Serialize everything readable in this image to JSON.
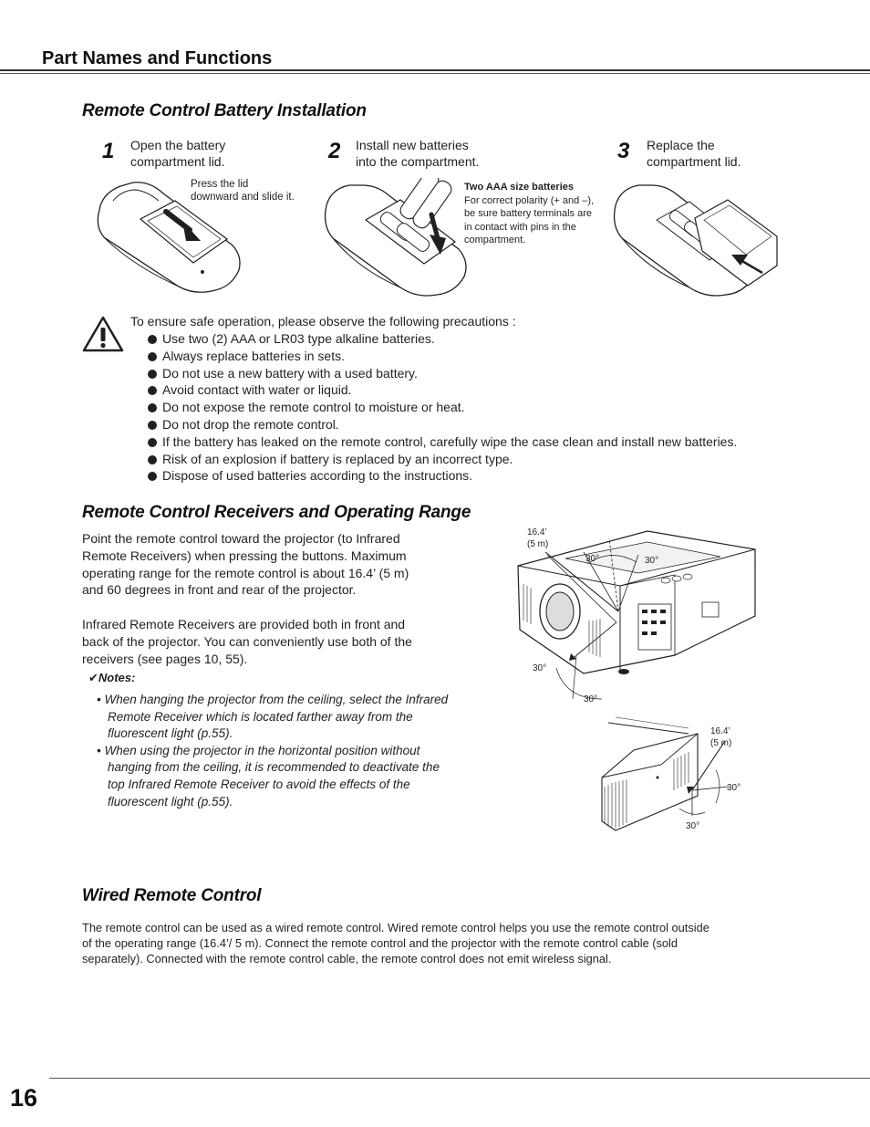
{
  "header": {
    "title": "Part Names and Functions"
  },
  "battery": {
    "heading": "Remote Control Battery Installation",
    "steps": [
      {
        "num": "1",
        "line1": "Open the battery",
        "line2": "compartment lid."
      },
      {
        "num": "2",
        "line1": "Install new batteries",
        "line2": "into the compartment."
      },
      {
        "num": "3",
        "line1": "Replace the",
        "line2": "compartment lid."
      }
    ],
    "step1_note": {
      "line1": "Press the lid",
      "line2": "downward and slide it."
    },
    "step2_note": {
      "title": "Two AAA size batteries",
      "line1": "For correct polarity (+ and –),",
      "line2": "be sure battery terminals are",
      "line3": "in contact with pins in the",
      "line4": "compartment."
    }
  },
  "precautions": {
    "intro": "To ensure safe operation, please observe the following precautions :",
    "items": [
      "Use two (2) AAA or LR03 type alkaline batteries.",
      "Always replace batteries in sets.",
      "Do not use a new battery with a used battery.",
      "Avoid contact with water or liquid.",
      "Do not expose the remote control to moisture or heat.",
      "Do not drop the remote control.",
      "If the battery has leaked on the remote control, carefully wipe the case clean and install new batteries.",
      "Risk of an explosion if battery is replaced by an incorrect type.",
      "Dispose of used batteries according to the instructions."
    ]
  },
  "receivers": {
    "heading": "Remote Control Receivers and Operating Range",
    "para1_lines": [
      "Point the remote control toward the projector (to Infrared",
      "Remote Receivers) when pressing the buttons. Maximum",
      "operating range for the remote control is about 16.4’ (5 m)",
      "and 60 degrees in front and rear of the projector."
    ],
    "para2_lines": [
      "Infrared Remote Receivers are provided both in front and",
      "back of the projector. You can conveniently use both of the",
      "receivers (see pages 10, 55)."
    ],
    "notes_title": "✔Notes:",
    "notes": [
      "• When hanging the projector from the ceiling, select the Infrared Remote Receiver which is located farther away from the fluorescent light (p.55).",
      "• When using the projector in the horizontal position without hanging from the ceiling, it is recommended to deactivate the top Infrared Remote Receiver to avoid the effects of the fluorescent light (p.55)."
    ],
    "figure_labels": {
      "range_ft": "16.4’",
      "range_m": "(5 m)",
      "angle": "30°"
    }
  },
  "wired": {
    "heading": "Wired Remote Control",
    "lines": [
      "The remote control can be used as a wired remote control. Wired remote control helps you use the remote control outside",
      "of the operating range (16.4’/ 5 m). Connect the remote control and the projector with the remote control cable (sold",
      "separately). Connected with the remote control cable, the remote control does not emit wireless signal."
    ]
  },
  "footer": {
    "page_number": "16"
  }
}
